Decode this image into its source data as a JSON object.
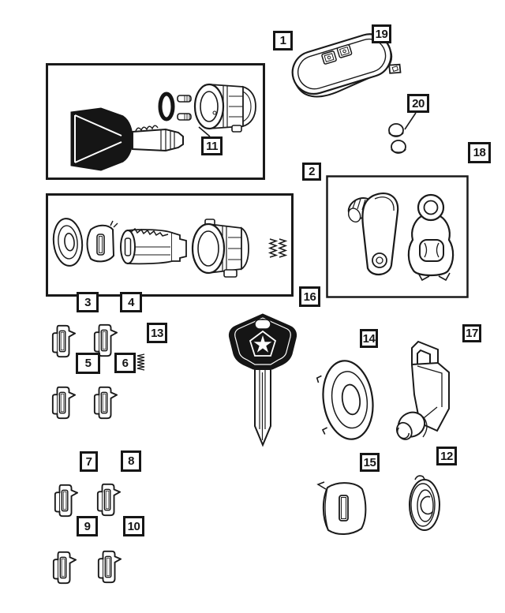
{
  "colors": {
    "background": "#ffffff",
    "line": "#1a1a1a",
    "solid_fill": "#151515"
  },
  "callouts": [
    {
      "num": "1"
    },
    {
      "num": "2"
    },
    {
      "num": "3"
    },
    {
      "num": "4"
    },
    {
      "num": "5"
    },
    {
      "num": "6"
    },
    {
      "num": "7"
    },
    {
      "num": "8"
    },
    {
      "num": "9"
    },
    {
      "num": "10"
    },
    {
      "num": "11"
    },
    {
      "num": "12"
    },
    {
      "num": "13"
    },
    {
      "num": "14"
    },
    {
      "num": "15"
    },
    {
      "num": "16"
    },
    {
      "num": "17"
    },
    {
      "num": "18"
    },
    {
      "num": "19"
    },
    {
      "num": "20"
    }
  ],
  "figures": [
    {
      "name": "ignition-lock-cylinder-assembly"
    },
    {
      "name": "lock-cylinder-repair-kit"
    },
    {
      "name": "transmitter-case"
    },
    {
      "name": "transmitter-buttons"
    },
    {
      "name": "lock-levers"
    },
    {
      "name": "key-blank"
    },
    {
      "name": "bezel-ring"
    },
    {
      "name": "lock-actuator"
    },
    {
      "name": "coil-spring"
    },
    {
      "name": "lock-pad"
    },
    {
      "name": "tumbler-clips"
    },
    {
      "name": "tumbler-spring"
    }
  ]
}
